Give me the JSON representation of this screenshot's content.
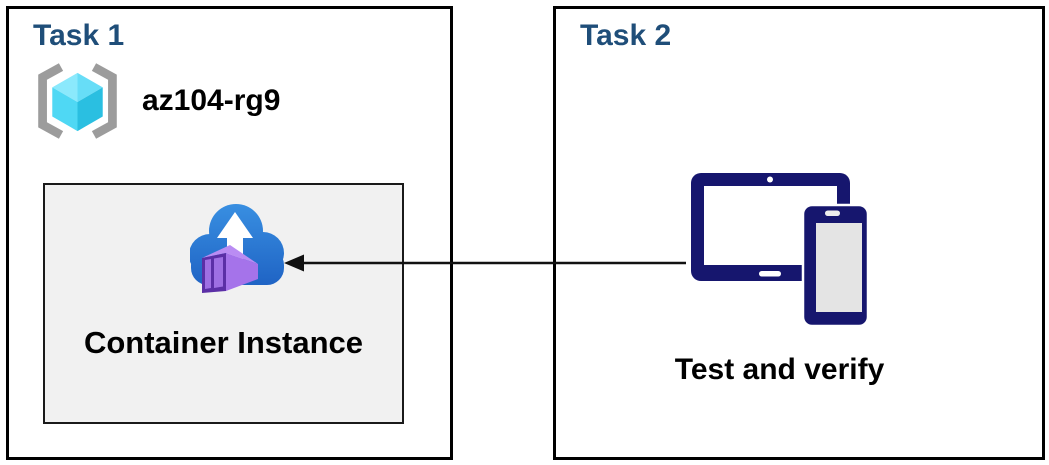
{
  "task1": {
    "title": "Task 1",
    "resource_group": {
      "name": "az104-rg9",
      "icon": "resource-group-icon"
    },
    "container": {
      "label": "Container Instance",
      "icon": "container-instance-icon"
    }
  },
  "task2": {
    "title": "Task 2",
    "caption": "Test and verify",
    "icon": "tablet-and-phone-icon"
  },
  "colors": {
    "task_title_blue": "#1F4E79",
    "text_black": "#000000",
    "box_border_black": "#000000",
    "container_box_bg": "#F1F1F1",
    "device_navy": "#16166E",
    "phone_screen_gray": "#E4E4E4",
    "cloud_blue_top": "#3990E2",
    "cloud_blue_bottom": "#1F63C4",
    "container_purple_side": "#A573EA",
    "container_purple_top": "#BA8CF3",
    "container_purple_frame": "#5B2FA6",
    "container_purple_panel": "#9E6FE3",
    "cube_cyan_light": "#8BE9FC",
    "cube_cyan_mid": "#67DDF7",
    "cube_cyan_left": "#4FD8F4",
    "cube_cyan_dark": "#2ABFE1",
    "bracket_gray": "#9C9C9C",
    "arrow_black": "#111111"
  }
}
